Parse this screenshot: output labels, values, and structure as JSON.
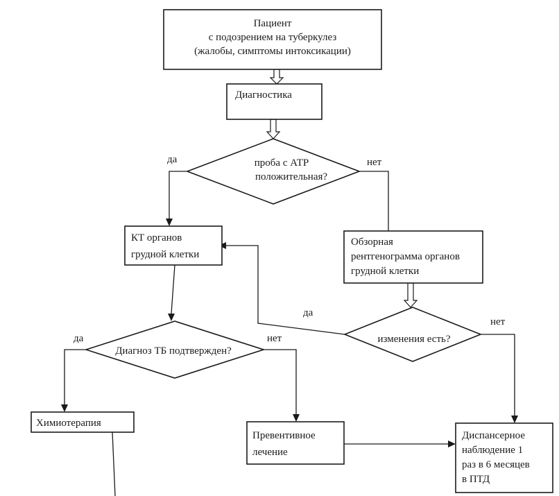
{
  "nodes": {
    "patient": {
      "lines": [
        "Пациент",
        "с подозрением на туберкулез",
        "(жалобы, симптомы интоксикации)"
      ]
    },
    "diagnostics": {
      "lines": [
        "Диагностика"
      ]
    },
    "atr_test": {
      "lines": [
        "проба с АТР",
        "положительная?"
      ]
    },
    "ct": {
      "lines": [
        "КТ органов",
        "грудной клетки"
      ]
    },
    "xray": {
      "lines": [
        "Обзорная",
        "рентгенограмма органов",
        "грудной клетки"
      ]
    },
    "tb_confirmed": {
      "lines": [
        "Диагноз ТБ подтвержден?"
      ]
    },
    "changes": {
      "lines": [
        "изменения есть?"
      ]
    },
    "chemo": {
      "lines": [
        "Химиотерапия"
      ]
    },
    "preventive": {
      "lines": [
        "Превентивное",
        "лечение"
      ]
    },
    "dispensary": {
      "lines": [
        "Диспансерное",
        "наблюдение 1",
        "раз в 6 месяцев",
        "в ПТД"
      ]
    }
  },
  "edge_labels": {
    "atr_yes": "да",
    "atr_no": "нет",
    "changes_yes": "да",
    "changes_no": "нет",
    "tb_yes": "да",
    "tb_no": "нет"
  }
}
